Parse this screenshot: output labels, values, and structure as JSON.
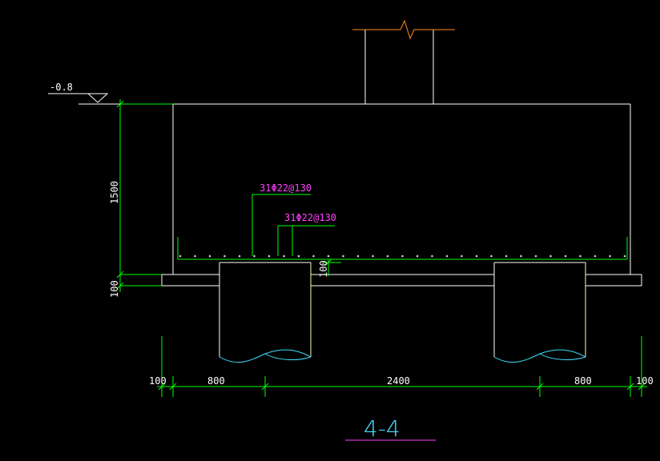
{
  "drawing": {
    "section_title": "4-4",
    "elevation_label": "-0.8",
    "rebar_labels": [
      "31Φ22@130",
      "31Φ22@130"
    ],
    "vertical_dims": [
      "1500",
      "100"
    ],
    "cover_dim": "100",
    "horizontal_dims": [
      "100",
      "800",
      "2400",
      "800",
      "100"
    ]
  },
  "colors": {
    "background": "#000000",
    "outline": "#ffffff",
    "dimension": "#00ff00",
    "rebar": "#00ff00",
    "label": "#ff40ff",
    "pile": "#ffff66",
    "break_line": "#40e0ff",
    "column_break": "#ff8c1a"
  }
}
